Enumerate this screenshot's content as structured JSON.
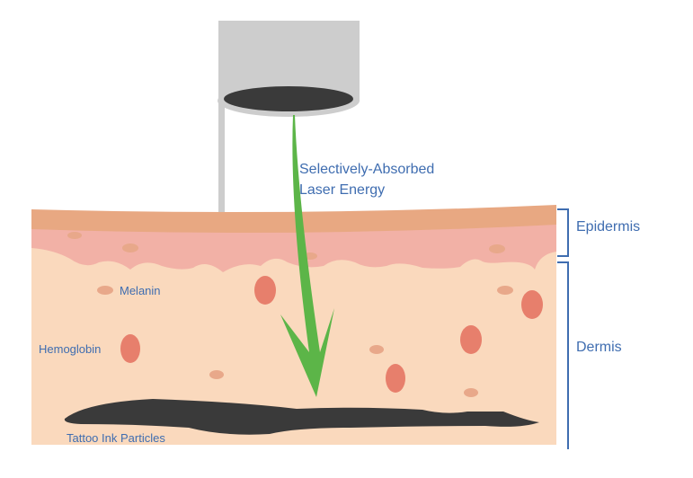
{
  "diagram": {
    "laser_label_line1": "Selectively-Absorbed",
    "laser_label_line2": "Laser Energy",
    "epidermis_label": "Epidermis",
    "dermis_label": "Dermis",
    "melanin_label": "Melanin",
    "hemoglobin_label": "Hemoglobin",
    "ink_label": "Tattoo Ink Particles"
  },
  "colors": {
    "text": "#3f6db0",
    "laser": "#5cb548",
    "ink": "#3a3a3a",
    "epidermis_top": "#e8a882",
    "epidermis": "#f2b1a6",
    "dermis": "#fad9bd",
    "melanin": "#e8a88a",
    "hemoglobin": "#e77f6c",
    "device": "#cdcdcd"
  }
}
